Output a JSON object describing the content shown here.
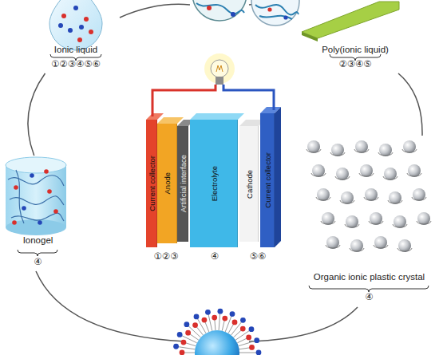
{
  "diagram": {
    "nodes": [
      {
        "text": [
          "Ionic liquid",
          "①②③④⑤⑥"
        ]
      },
      {
        "text": [
          "Poly(ionic liquid)",
          "②③④⑤"
        ]
      },
      {
        "text": [
          "Current collector"
        ]
      },
      {
        "text": [
          "Anode"
        ]
      },
      {
        "text": [
          "Artificial interface"
        ]
      },
      {
        "text": [
          "Electrolyte"
        ]
      },
      {
        "text": [
          "Cathode"
        ]
      },
      {
        "text": [
          "Current collector"
        ]
      },
      {
        "text": [
          "Ionogel",
          "④"
        ]
      },
      {
        "text": [
          "Organic ionic plastic crystal",
          "④"
        ]
      }
    ],
    "edges": [
      {
        "from": 0,
        "to": 8,
        "arrow": "none"
      },
      {
        "from": 1,
        "to": 9,
        "arrow": "none"
      }
    ],
    "labels": [
      "①②③",
      "④",
      "⑤⑥"
    ]
  }
}
